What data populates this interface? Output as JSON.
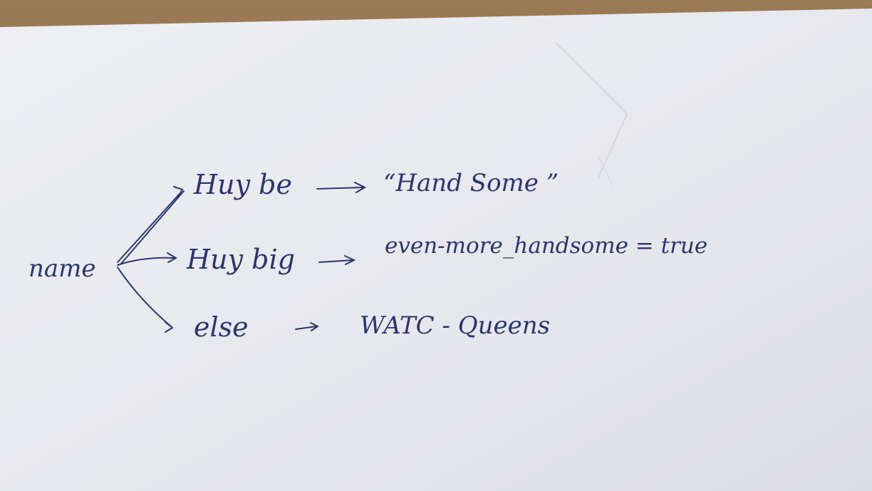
{
  "note": {
    "root": "name",
    "branches": [
      {
        "condition": "Huy be",
        "arrow": "→",
        "result": "“Hand Some ”"
      },
      {
        "condition": "Huy big",
        "arrow": "→",
        "result": "even-more_handsome = true"
      },
      {
        "condition": "else",
        "arrow": "→",
        "result": "WATC - Queens"
      }
    ]
  },
  "colors": {
    "ink": "#2a3570",
    "paper": "#e9eaee",
    "wood": "#8a6a46"
  }
}
